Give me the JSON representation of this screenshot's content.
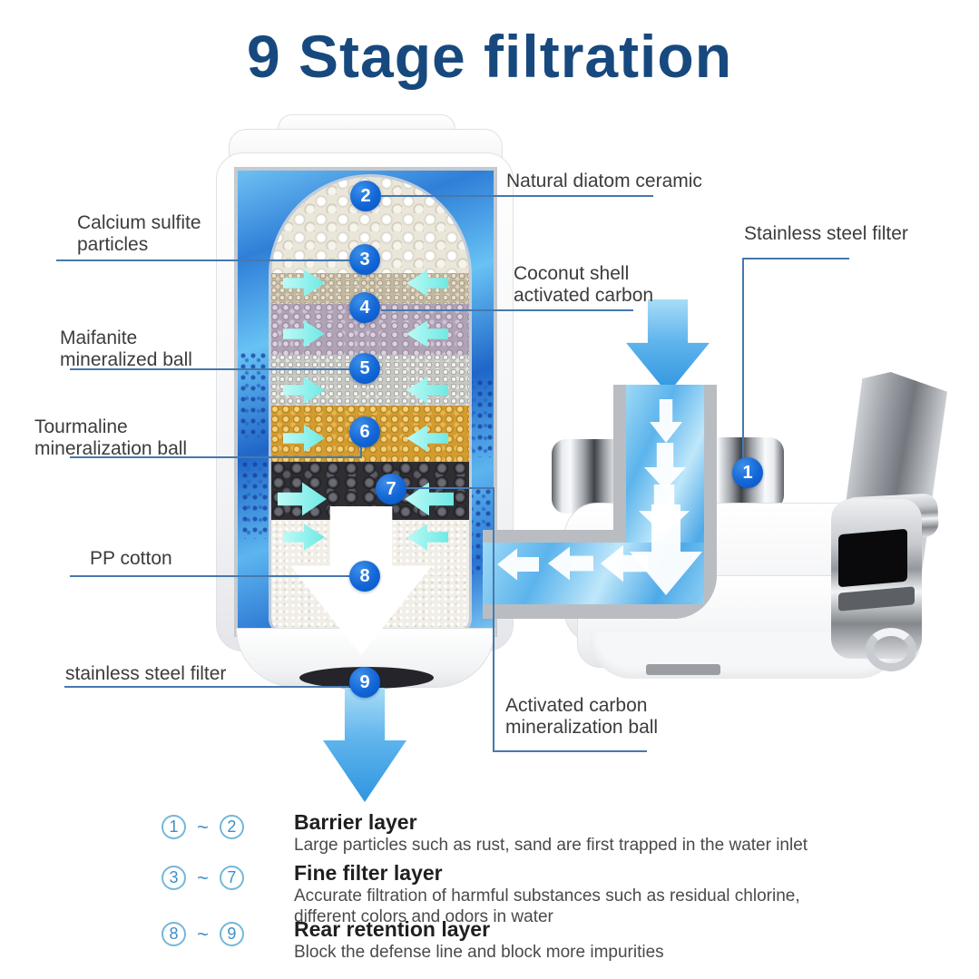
{
  "title": "9 Stage filtration",
  "stages": [
    "1",
    "2",
    "3",
    "4",
    "5",
    "6",
    "7",
    "8",
    "9"
  ],
  "callouts": {
    "natural_diatom_ceramic": "Natural diatom ceramic",
    "calcium_sulfite": "Calcium sulfite\nparticles",
    "stainless_steel_filter_top": "Stainless steel filter",
    "coconut_shell_activated_carbon": "Coconut shell\nactivated carbon",
    "maifanite_mineralized_ball": "Maifanite\nmineralized ball",
    "tourmaline_mineralization_ball": "Tourmaline\nmineralization ball",
    "pp_cotton": "PP cotton",
    "stainless_steel_filter_bottom": "stainless steel filter",
    "activated_carbon_mineralization_ball": "Activated carbon\nmineralization ball"
  },
  "legend": [
    {
      "from": "1",
      "sep": "~",
      "to": "2",
      "heading": "Barrier layer",
      "desc": "Large particles such as rust, sand are first trapped in the water inlet"
    },
    {
      "from": "3",
      "sep": "~",
      "to": "7",
      "heading": "Fine filter layer",
      "desc": "Accurate filtration of harmful substances such as residual chlorine,\ndifferent colors and odors in water"
    },
    {
      "from": "8",
      "sep": "~",
      "to": "9",
      "heading": "Rear retention layer",
      "desc": "Block the defense line and block more impurities"
    }
  ],
  "colors": {
    "title_blue": "#17497e",
    "stage_circle_blue": "#1266d6",
    "legend_circle_blue": "#74b7da",
    "connector_line_blue": "#4679ad",
    "flow_arrow_blue": "#4aa6e8",
    "cyan_arrow": "#6fe9e4"
  }
}
